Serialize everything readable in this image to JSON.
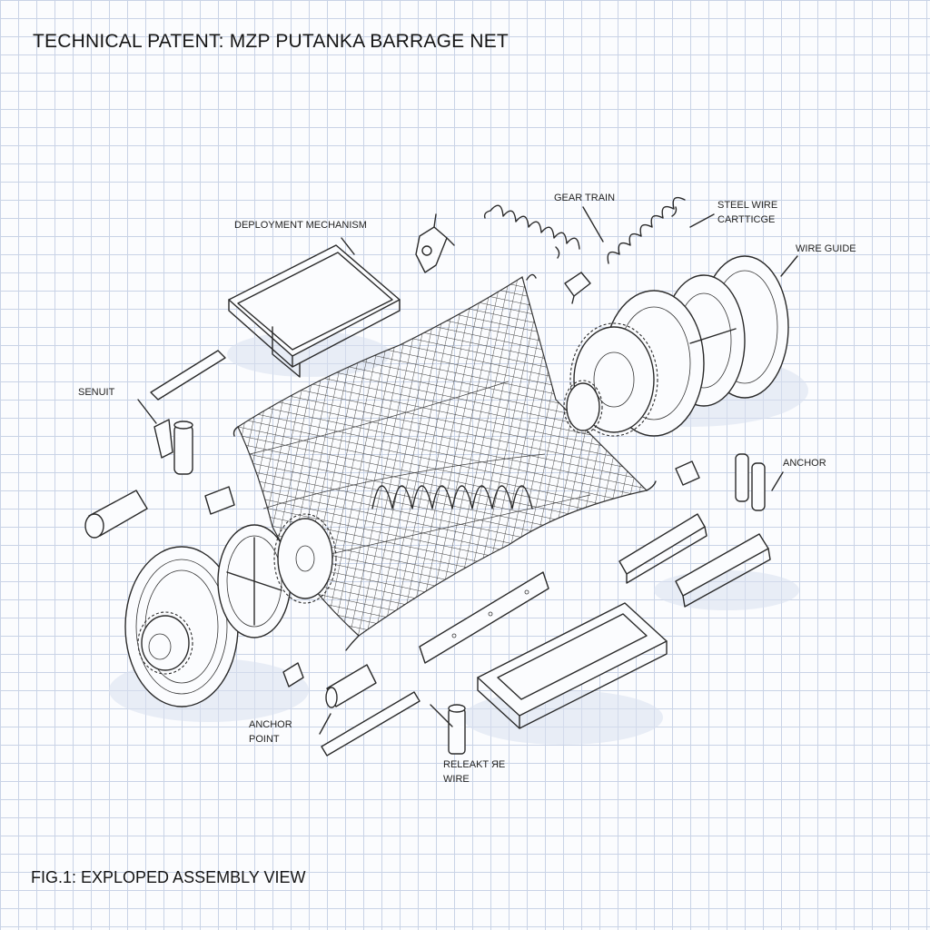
{
  "title": "TECHNICAL PATENT:  MZP PUTANKA BARRAGE NET",
  "caption": "FIG.1: EXPLOPED ASSEMBLY VIEW",
  "labels": {
    "deployment_mechanism": "DEPLOYMENT MECHANISM",
    "gear_train": "GEAR TRAIN",
    "steel_wire_1": "STEEL WIRE",
    "steel_wire_2": "CARTTICGE",
    "wire_guide": "WIRE GUIDE",
    "senuit": "SENUIT",
    "anchor": "ANCHOR",
    "anchor_point_1": "ANCHOR",
    "anchor_point_2": "POINT",
    "release_wire_1": "RELEAKT ЯE",
    "release_wire_2": "WIRE"
  },
  "colors": {
    "grid": "#c9d3e6",
    "ink": "#2a2a2a",
    "paper": "#fbfcfe"
  }
}
